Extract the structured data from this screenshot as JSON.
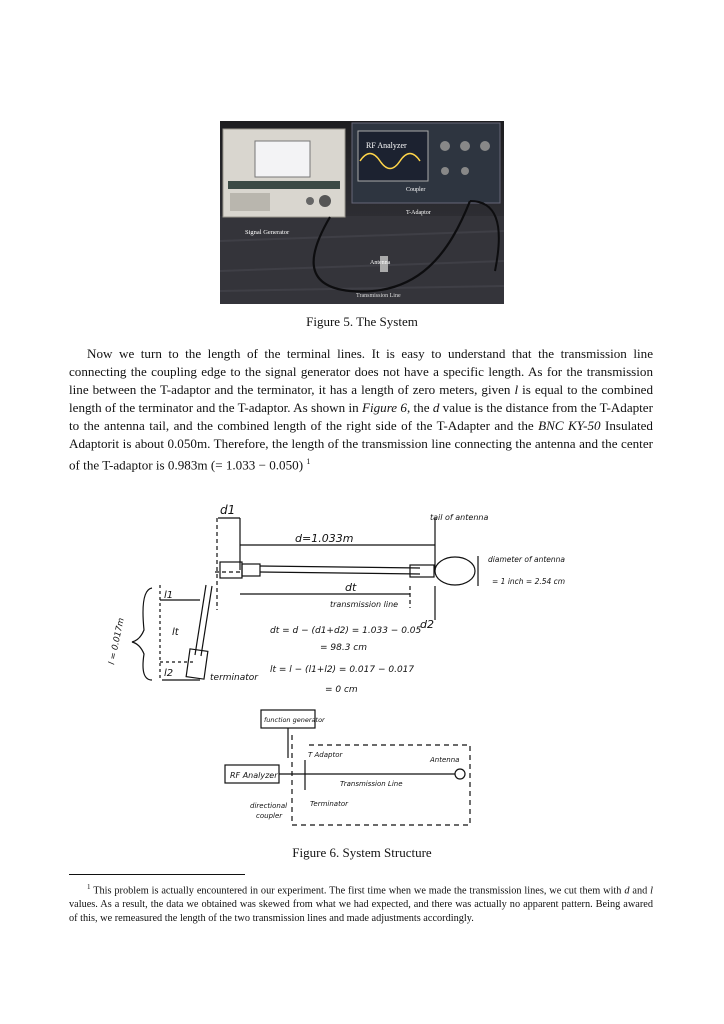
{
  "figure5": {
    "caption": "Figure 5. The System",
    "photo_labels": {
      "rf_analyzer": "RF Analyzer",
      "coupler": "Coupler",
      "t_adaptor": "T-Adaptor",
      "signal_generator": "Signal Generator",
      "antenna": "Antenna",
      "transmission_line": "Transmission Line"
    }
  },
  "paragraph": {
    "s1": "Now we turn to the length of the terminal lines. It is easy to understand that the transmission line connecting the coupling edge to the signal generator does not have a specific length. As for the transmission line between the T-adaptor and the terminator, it has a length of zero meters, given ",
    "var_l": "l",
    "s2": " is equal to the combined length of the terminator and the T-adaptor. As shown in ",
    "fig_ref": "Figure 6",
    "s3": ", the ",
    "var_d": "d",
    "s4": " value is the distance from the T-Adapter to the antenna tail, and the combined length of the right side of the T-Adapter and the ",
    "bnc": "BNC KY-50",
    "s5": " Insulated Adaptorit is about 0.050m. Therefore, the length of the transmission line connecting the antenna and the center of the T-adaptor is 0.983m (= 1.033 − 0.050) ",
    "fn_mark": "1"
  },
  "figure6": {
    "caption": "Figure 6. System Structure",
    "sketch": {
      "d1": "d1",
      "d": "d=1.033m",
      "tail": "tail of antenna",
      "diameter": "diameter of antenna",
      "diameter_value": "= 1 inch = 2.54 cm",
      "dt": "dt",
      "transmission_line": "transmission line",
      "d2": "d2",
      "l_total": "l = 0.017m",
      "l1": "l1",
      "lt": "lt",
      "l2": "l2",
      "terminator": "terminator",
      "eq1a": "dt = d − (d1+d2) = 1.033 − 0.05",
      "eq1b": "= 98.3 cm",
      "eq2a": "lt = l − (l1+l2) = 0.017 − 0.017",
      "eq2b": "= 0 cm",
      "function_generator": "function generator",
      "t_adaptor": "T Adaptor",
      "antenna": "Antenna",
      "rf_analyzer": "RF Analyzer",
      "transmission_line2": "Transmission Line",
      "terminator2": "Terminator",
      "directional": "directional",
      "coupler": "coupler"
    }
  },
  "footnote": {
    "mark": "1",
    "t1": " This problem is actually encountered in our experiment. The first time when we made the transmission lines, we cut them with ",
    "d": "d",
    "t2": " and ",
    "l": "l",
    "t3": " values. As a result, the data we obtained was skewed from what we had expected, and there was actually no apparent pattern. Being awared of this, we remeasured the length of the two transmission lines and made adjustments accordingly."
  }
}
